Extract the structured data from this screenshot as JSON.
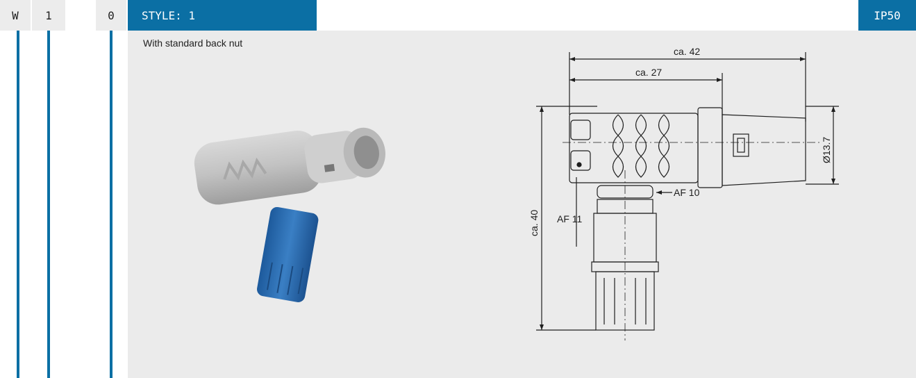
{
  "code": {
    "c1": "W",
    "c2": "1",
    "c3": "0"
  },
  "header": {
    "style_label": "STYLE: 1",
    "protection": "IP50"
  },
  "description": "With standard back nut",
  "drawing": {
    "dim_total_length": "ca. 42",
    "dim_body_length": "ca. 27",
    "dim_height": "ca. 40",
    "dim_diameter": "Ø13.7",
    "af_upper": "AF 10",
    "af_lower": "AF 11"
  },
  "colors": {
    "accent": "#0b6fa4",
    "panel": "#ebebeb",
    "cable_blue": "#2f72b6"
  }
}
